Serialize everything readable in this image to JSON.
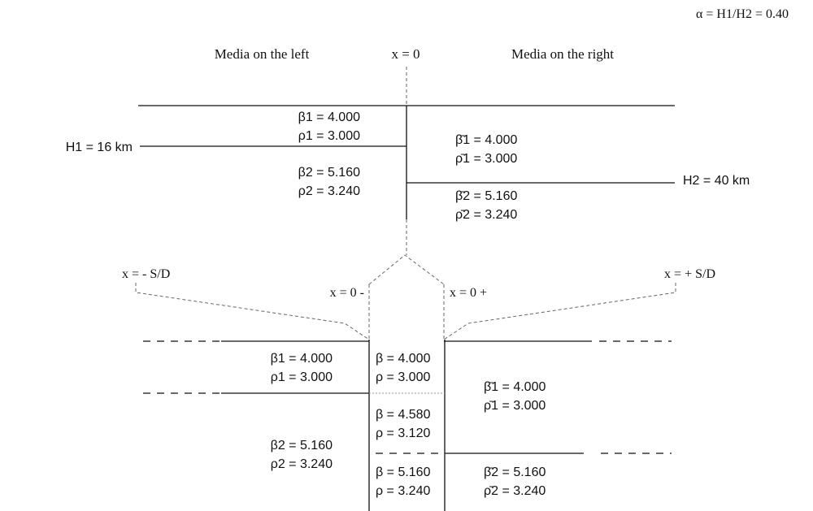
{
  "ratio_label": "α = H1/H2 = 0.40",
  "top_panel": {
    "left_heading": "Media on the left",
    "center_heading": "x = 0",
    "right_heading": "Media on the right",
    "h1_label": "H1 = 16 km",
    "h2_label": "H2 = 40 km",
    "left_upper": {
      "beta": "β1 = 4.000",
      "rho": "ρ1 = 3.000"
    },
    "left_lower": {
      "beta": "β2 = 5.160",
      "rho": "ρ2 = 3.240"
    },
    "right_upper": {
      "beta": "β̄1 = 4.000",
      "rho": "ρ̄1 = 3.000"
    },
    "right_lower": {
      "beta": "β̄2 = 5.160",
      "rho": "ρ̄2 = 3.240"
    }
  },
  "bottom_panel": {
    "x_minus_sd": "x = - S/D",
    "x_plus_sd": "x = + S/D",
    "x_zero_minus": "x = 0 -",
    "x_zero_plus": "x = 0 +",
    "left_upper": {
      "beta": "β1 = 4.000",
      "rho": "ρ1 = 3.000"
    },
    "left_lower": {
      "beta": "β2 = 5.160",
      "rho": "ρ2 = 3.240"
    },
    "center_upper": {
      "beta": "β = 4.000",
      "rho": "ρ = 3.000"
    },
    "center_middle": {
      "beta": "β = 4.580",
      "rho": "ρ = 3.120"
    },
    "center_lower": {
      "beta": "β = 5.160",
      "rho": "ρ = 3.240"
    },
    "right_upper": {
      "beta": "β̄1 = 4.000",
      "rho": "ρ̄1 = 3.000"
    },
    "right_lower": {
      "beta": "β̄2 = 5.160",
      "rho": "ρ̄2 = 3.240"
    }
  }
}
